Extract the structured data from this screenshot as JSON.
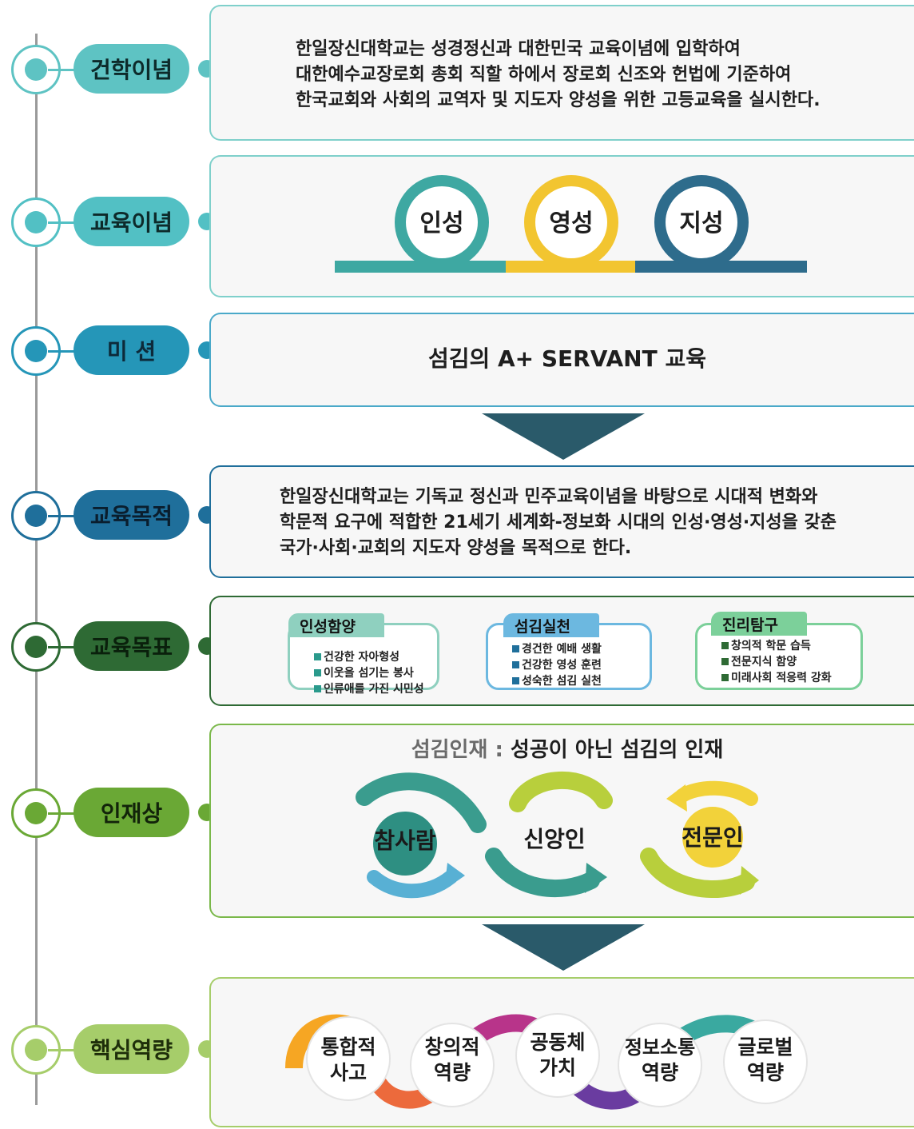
{
  "rows": [
    {
      "label": "건학이념",
      "color": "#5ec3c3"
    },
    {
      "label": "교육이념",
      "color": "#52c0c4"
    },
    {
      "label": "미 션",
      "color": "#2596b8"
    },
    {
      "label": "교육목적",
      "color": "#1f6f9b"
    },
    {
      "label": "교육목표",
      "color": "#2e6a34"
    },
    {
      "label": "인재상",
      "color": "#6aa835"
    },
    {
      "label": "핵심역량",
      "color": "#a6cd6a"
    }
  ],
  "founding": {
    "lines": [
      "한일장신대학교는 성경정신과 대한민국 교육이념에 입학하여",
      "대한예수교장로회 총회 직할 하에서 장로회 신조와 헌법에 기준하여",
      "한국교회와 사회의 교역자 및 지도자 양성을 위한 고등교육을 실시한다."
    ]
  },
  "education_ideology": {
    "items": [
      {
        "label": "인성",
        "color": "#3ea8a2"
      },
      {
        "label": "영성",
        "color": "#f2c530"
      },
      {
        "label": "지성",
        "color": "#2e6c8c"
      }
    ]
  },
  "mission": {
    "text": "섬김의 A+ SERVANT 교육"
  },
  "purpose": {
    "lines": [
      "한일장신대학교는 기독교 정신과 민주교육이념을 바탕으로 시대적 변화와",
      "학문적 요구에 적합한 21세기 세계화-정보화 시대의 인성·영성·지성을 갖춘",
      "국가·사회·교회의 지도자 양성을 목적으로 한다."
    ]
  },
  "goals": [
    {
      "title": "인성함양",
      "color": "#8fd0bf",
      "items": [
        "건강한 자아형성",
        "이웃을 섬기는 봉사",
        "인류애를 가진 시민성"
      ]
    },
    {
      "title": "섬김실천",
      "color": "#6cb8e0",
      "items": [
        "경건한 예배 생활",
        "건강한 영성 훈련",
        "성숙한 섬김 실천"
      ]
    },
    {
      "title": "진리탐구",
      "color": "#7cd09a",
      "items": [
        "창의적 학문 습득",
        "전문지식 함양",
        "미래사회 적응력 강화"
      ]
    }
  ],
  "talent": {
    "heading_prefix": "섬김인재",
    "heading_sep": " : ",
    "heading_rest": "성공이 아닌 섬김의 인재",
    "items": [
      {
        "label": "참사람",
        "color": "#3a9c8e"
      },
      {
        "label": "신앙인",
        "color": "#b8cf3c"
      },
      {
        "label": "전문인",
        "color": "#f2d23a"
      }
    ]
  },
  "competencies": [
    {
      "line1": "통합적",
      "line2": "사고",
      "color": "#f6a623"
    },
    {
      "line1": "창의적",
      "line2": "역량",
      "color": "#ec6a3c"
    },
    {
      "line1": "공동체",
      "line2": "가치",
      "color": "#b8348a"
    },
    {
      "line1": "정보소통",
      "line2": "역량",
      "color": "#6a3ca0"
    },
    {
      "line1": "글로벌",
      "line2": "역량",
      "color": "#3aa9a0"
    }
  ]
}
